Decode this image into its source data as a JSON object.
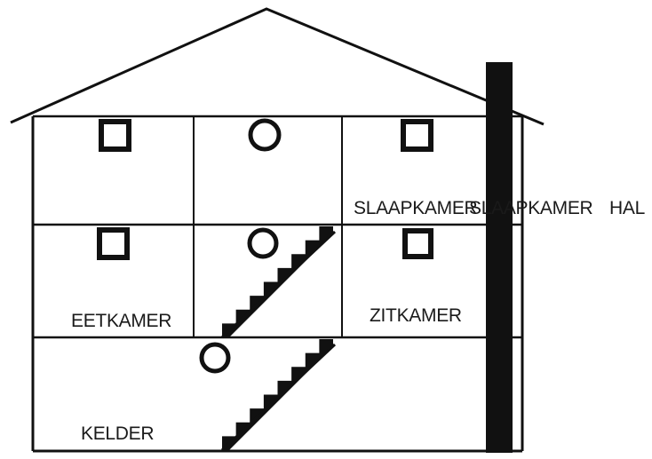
{
  "labels": {
    "slaapkamer_a": "SLAAPKAMER",
    "slaapkamer_b": "SLAAPKAMER",
    "hal": "HAL",
    "eetkamer": "EETKAMER",
    "zitkamer": "ZITKAMER",
    "kelder": "KELDER"
  },
  "icons": {
    "square": "square-detector-icon",
    "circle": "circle-detector-icon"
  },
  "colors": {
    "ink": "#111111",
    "background": "#ffffff"
  }
}
